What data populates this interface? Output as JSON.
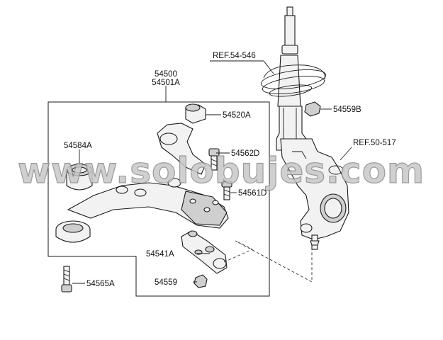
{
  "labels": {
    "main_assembly_a": "54500",
    "main_assembly_b": "54501A",
    "bushing_rear": "54520A",
    "bushing_front": "54584A",
    "bolt_top": "54562D",
    "bolt_mid": "54561D",
    "ball_joint": "54541A",
    "nut": "54559",
    "bolt_bottom": "54565A",
    "strut_nut": "54559B",
    "ref_strut": "REF.54-546",
    "ref_knuckle": "REF.50-517"
  },
  "watermark": "www.solobujes.com"
}
